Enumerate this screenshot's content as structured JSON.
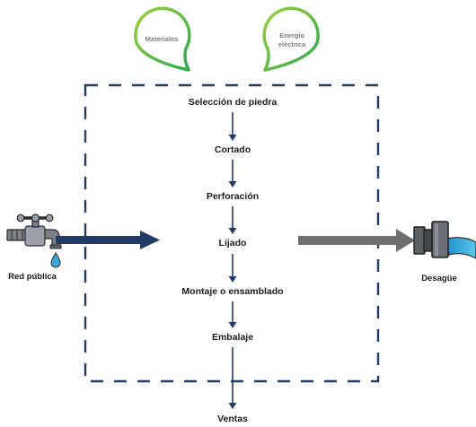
{
  "inputs": {
    "materials": "Materiales",
    "energy_line1": "Energía",
    "energy_line2": "eléctrica"
  },
  "process_steps": [
    "Selección de piedra",
    "Cortado",
    "Perforación",
    "Lijado",
    "Montaje o ensamblado",
    "Embalaje"
  ],
  "output_step": "Ventas",
  "water_source": "Red pública",
  "water_sink": "Desagüe",
  "colors": {
    "frame": "#1f3b66",
    "process_arrow": "#1f3b66",
    "water_in_arrow": "#1f3b66",
    "water_out_arrow": "#6e6e6e",
    "pin_gradient_start": "#9ccf3f",
    "pin_gradient_end": "#2fa84f",
    "drain_water": "#3aa9d8",
    "tap_body": "#7c8088"
  },
  "icons": {
    "water_source": "faucet-icon",
    "water_sink": "drain-pipe-icon",
    "inputs": "location-pin-icon"
  }
}
